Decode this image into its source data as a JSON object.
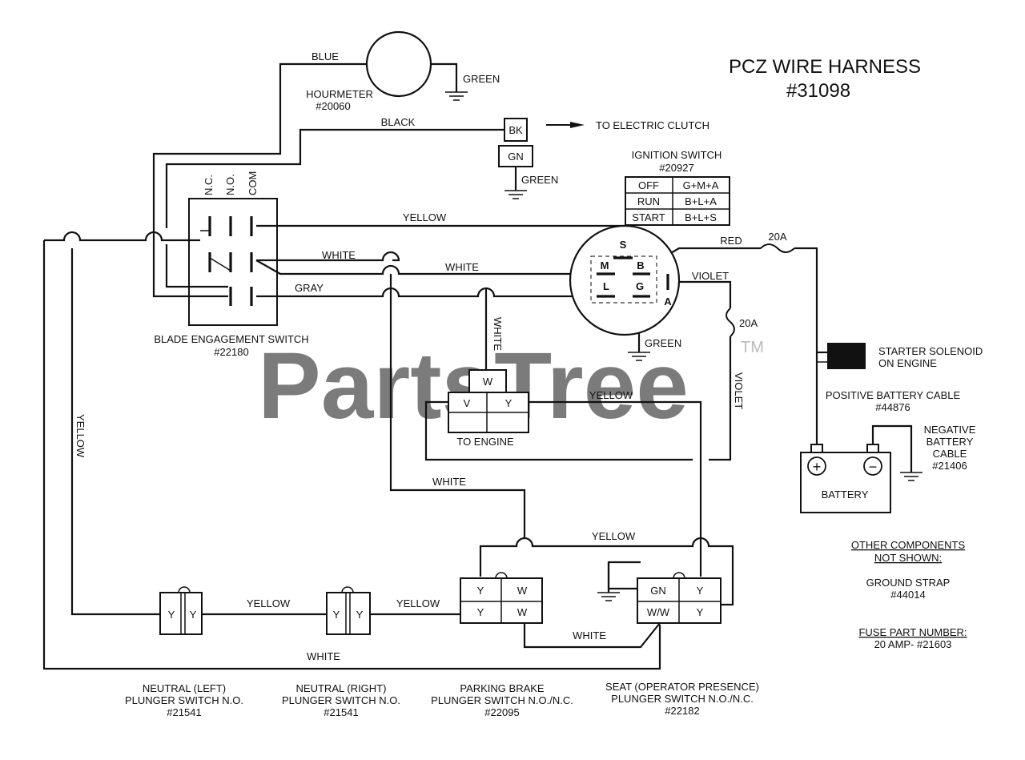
{
  "title": {
    "line1": "PCZ WIRE HARNESS",
    "line2": "#31098"
  },
  "watermark": {
    "text": "PartsTree",
    "tm": "TM"
  },
  "hourmeter": {
    "label": "HOURMETER",
    "part": "#20060"
  },
  "wires": {
    "blue": "BLUE",
    "green_hourmeter": "GREEN",
    "black": "BLACK",
    "green_clutch": "GREEN",
    "yellow_top": "YELLOW",
    "white_switch": "WHITE",
    "white_mid": "WHITE",
    "gray": "GRAY",
    "red": "RED",
    "fuse_top": "20A",
    "violet_top": "VIOLET",
    "fuse_right": "20A",
    "violet_side": "VIOLET",
    "green_ignition": "GREEN",
    "white_vertical": "WHITE",
    "yellow_engine": "YELLOW",
    "yellow_left": "YELLOW",
    "white_lower": "WHITE",
    "yellow_lower": "YELLOW",
    "yellow_neutral": "YELLOW",
    "yellow_neutral2": "YELLOW",
    "white_brake": "WHITE",
    "white_bottom": "WHITE"
  },
  "clutch": {
    "bk": "BK",
    "gn": "GN",
    "destination": "TO ELECTRIC CLUTCH"
  },
  "ignition_switch": {
    "label": "IGNITION SWITCH",
    "part": "#20927",
    "table": [
      {
        "pos": "OFF",
        "conn": "G+M+A"
      },
      {
        "pos": "RUN",
        "conn": "B+L+A"
      },
      {
        "pos": "START",
        "conn": "B+L+S"
      }
    ],
    "terminals": {
      "s": "S",
      "m": "M",
      "b": "B",
      "l": "L",
      "g": "G",
      "a": "A"
    }
  },
  "blade_switch": {
    "label": "BLADE ENGAGEMENT SWITCH",
    "part": "#22180",
    "headers": [
      "N.C.",
      "N.O.",
      "COM"
    ]
  },
  "engine_connector": {
    "w": "W",
    "v": "V",
    "y": "Y",
    "label": "TO ENGINE"
  },
  "starter": {
    "line1": "STARTER SOLENOID",
    "line2": "ON ENGINE"
  },
  "positive_cable": {
    "label": "POSITIVE BATTERY CABLE",
    "part": "#44876"
  },
  "negative_cable": {
    "line1": "NEGATIVE",
    "line2": "BATTERY",
    "line3": "CABLE",
    "part": "#21406"
  },
  "battery": {
    "label": "BATTERY",
    "plus": "+",
    "minus": "−"
  },
  "other": {
    "heading1": "OTHER COMPONENTS",
    "heading2": "NOT SHOWN:",
    "ground_strap": "GROUND STRAP",
    "ground_part": "#44014",
    "fuse_heading": "FUSE PART NUMBER:",
    "fuse_value": "20 AMP- #21603"
  },
  "switches": {
    "neutral_left": {
      "line1": "NEUTRAL (LEFT)",
      "line2": "PLUNGER SWITCH N.O.",
      "part": "#21541",
      "y1": "Y",
      "y2": "Y"
    },
    "neutral_right": {
      "line1": "NEUTRAL (RIGHT)",
      "line2": "PLUNGER SWITCH N.O.",
      "part": "#21541",
      "y1": "Y",
      "y2": "Y"
    },
    "parking_brake": {
      "line1": "PARKING BRAKE",
      "line2": "PLUNGER SWITCH N.O./N.C.",
      "part": "#22095",
      "tl": "Y",
      "tr": "W",
      "bl": "Y",
      "br": "W"
    },
    "seat": {
      "line1": "SEAT (OPERATOR PRESENCE)",
      "line2": "PLUNGER SWITCH N.O./N.C.",
      "part": "#22182",
      "tl": "GN",
      "tr": "Y",
      "bl": "W/W",
      "br": "Y"
    }
  }
}
